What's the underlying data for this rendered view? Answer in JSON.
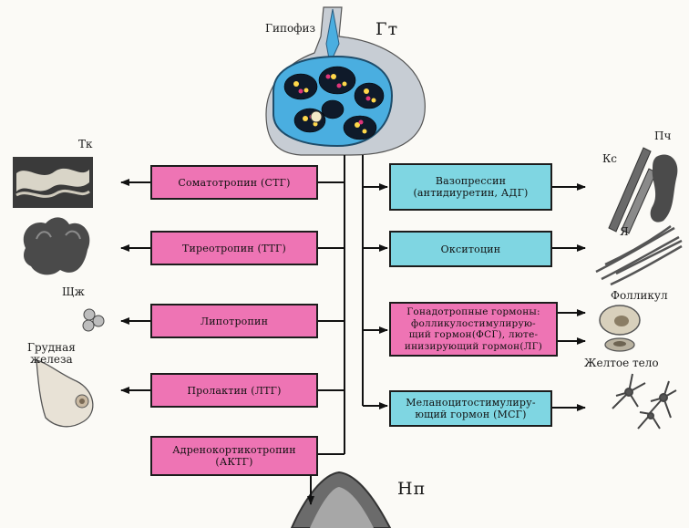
{
  "diagram": {
    "title_gt": "Гт",
    "label_pituitary": "Гипофиз",
    "label_np": "Нп",
    "left_hormones": [
      "Соматотропин (СТГ)",
      "Тиреотропин (ТТГ)",
      "Липотропин",
      "Пролактин (ЛТГ)",
      "Адренокортикотропин\n(АКТГ)"
    ],
    "right_hormones": [
      "Вазопрессин\n(антидиуретин, АДГ)",
      "Окситоцин",
      "Гонадотропные гормоны:\nфолликулостимулирую-\nщий гормон(ФСГ), люте-\nинизирующий гормон(ЛГ)",
      "Меланоцитостимулиру-\nющий гормон (МСГ)"
    ],
    "target_labels": {
      "tk": "Тк",
      "shzh": "Щж",
      "breast": "Грудная\nжелеза",
      "ks": "Кс",
      "pch": "Пч",
      "ya": "Я",
      "follicle": "Фолликул",
      "corpus_luteum": "Желтое тело"
    },
    "colors": {
      "left_box": "#ee74b4",
      "right_box": "#7fd6e2",
      "gland_fill": "#4aaee0"
    }
  }
}
